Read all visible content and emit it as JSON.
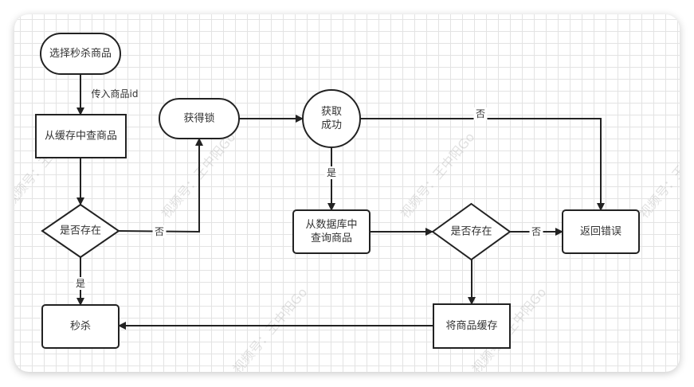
{
  "diagram": {
    "type": "flowchart",
    "title": "",
    "watermark": "视频号：王中阳Go",
    "colors": {
      "stroke": "#222222",
      "text": "#333333",
      "grid": "#e3e3e3",
      "background": "#ffffff"
    },
    "nodes": [
      {
        "id": "select",
        "shape": "terminator",
        "lines": [
          "选择秒杀商品"
        ]
      },
      {
        "id": "cache_query",
        "shape": "rect",
        "lines": [
          "从缓存中查商品"
        ]
      },
      {
        "id": "exists1",
        "shape": "diamond",
        "lines": [
          "是否存在"
        ]
      },
      {
        "id": "seckill",
        "shape": "rounded-rect",
        "lines": [
          "秒杀"
        ]
      },
      {
        "id": "lock",
        "shape": "terminator",
        "lines": [
          "获得锁"
        ]
      },
      {
        "id": "lock_ok",
        "shape": "circle",
        "lines": [
          "获取",
          "成功"
        ]
      },
      {
        "id": "db_query",
        "shape": "rounded-rect",
        "lines": [
          "从数据库中",
          "查询商品"
        ]
      },
      {
        "id": "exists2",
        "shape": "diamond",
        "lines": [
          "是否存在"
        ]
      },
      {
        "id": "error",
        "shape": "rounded-rect",
        "lines": [
          "返回错误"
        ]
      },
      {
        "id": "cache_store",
        "shape": "rect",
        "lines": [
          "将商品缓存"
        ]
      }
    ],
    "edges": [
      {
        "from": "select",
        "to": "cache_query",
        "label": "传入商品id"
      },
      {
        "from": "cache_query",
        "to": "exists1",
        "label": ""
      },
      {
        "from": "exists1",
        "to": "seckill",
        "label": "是"
      },
      {
        "from": "exists1",
        "to": "lock",
        "label": "否"
      },
      {
        "from": "lock",
        "to": "lock_ok",
        "label": ""
      },
      {
        "from": "lock_ok",
        "to": "db_query",
        "label": "是"
      },
      {
        "from": "lock_ok",
        "to": "error",
        "label": "否"
      },
      {
        "from": "db_query",
        "to": "exists2",
        "label": ""
      },
      {
        "from": "exists2",
        "to": "error",
        "label": "否"
      },
      {
        "from": "exists2",
        "to": "cache_store",
        "label": ""
      },
      {
        "from": "cache_store",
        "to": "seckill",
        "label": ""
      }
    ]
  }
}
